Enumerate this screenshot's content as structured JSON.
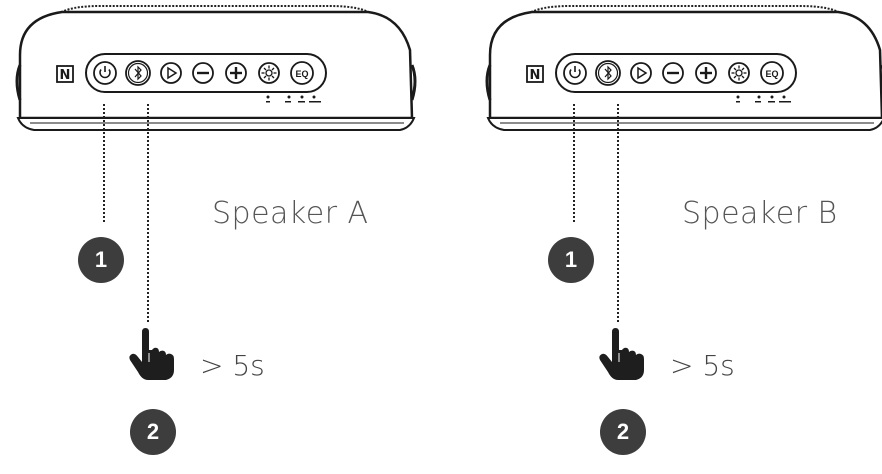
{
  "speakers": [
    {
      "label": "Speaker A",
      "step1": "1",
      "step2": "2",
      "hold_text": "> 5s"
    },
    {
      "label": "Speaker B",
      "step1": "1",
      "step2": "2",
      "hold_text": "> 5s"
    }
  ],
  "buttons": [
    "power-icon",
    "bluetooth-icon",
    "play-icon",
    "minus-icon",
    "plus-icon",
    "light-icon",
    "eq-icon"
  ],
  "eq_label": "EQ",
  "nfc_label": "N",
  "colors": {
    "badge": "#3d3d3d",
    "line": "#222222",
    "text": "#555555"
  }
}
